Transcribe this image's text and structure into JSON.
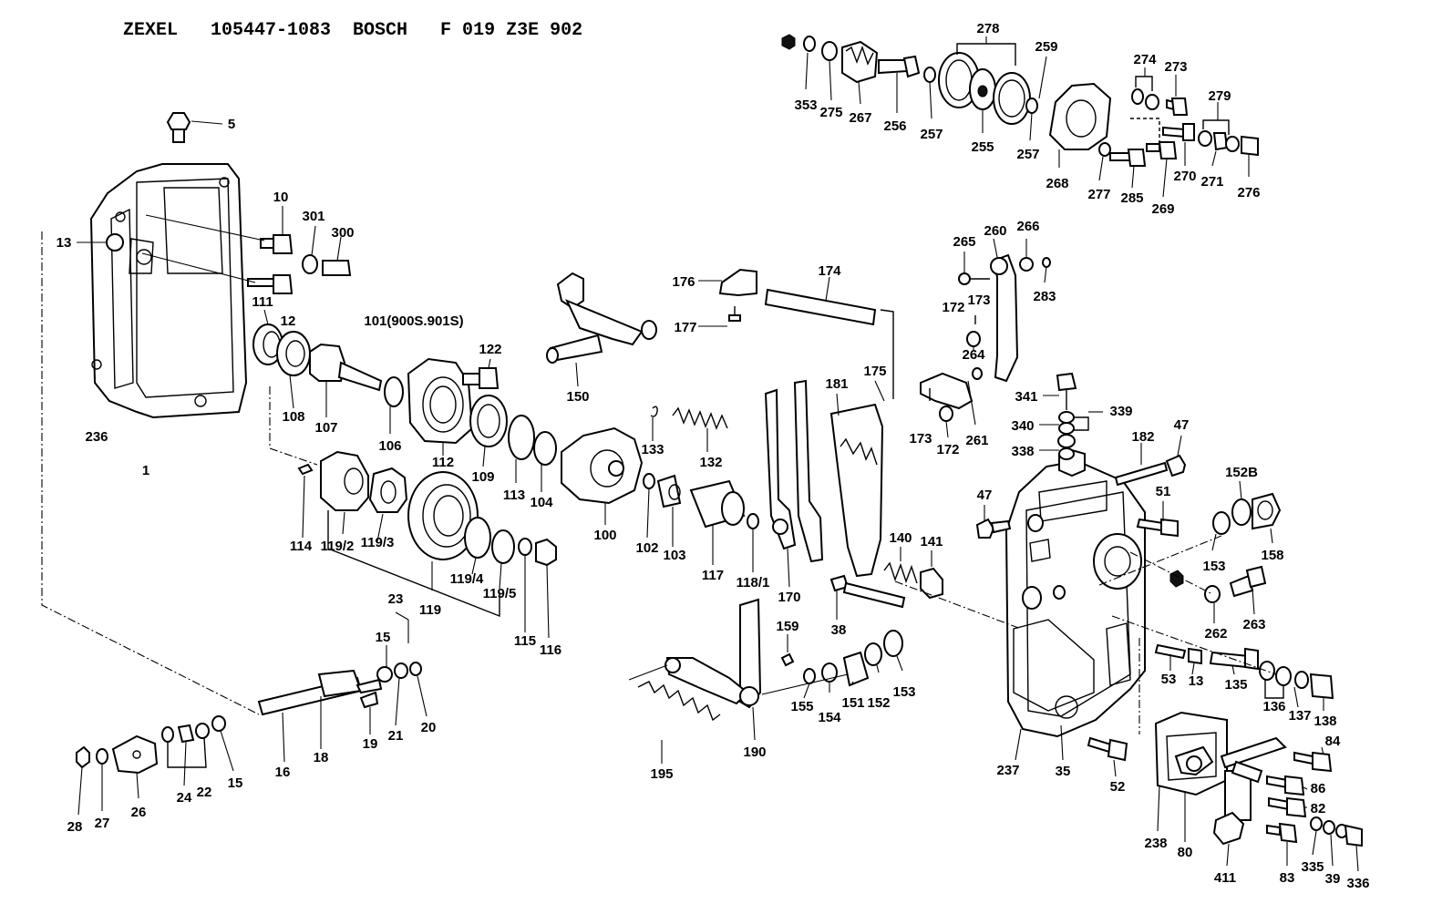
{
  "title": "ZEXEL   105447-1083  BOSCH   F 019 Z3E 902",
  "callouts": [
    "1",
    "5",
    "10",
    "12",
    "13",
    "13",
    "15",
    "15",
    "16",
    "18",
    "19",
    "20",
    "21",
    "22",
    "23",
    "24",
    "26",
    "27",
    "28",
    "35",
    "38",
    "39",
    "47",
    "47",
    "51",
    "52",
    "53",
    "80",
    "82",
    "83",
    "84",
    "86",
    "100",
    "101(900S.901S)",
    "102",
    "103",
    "104",
    "106",
    "107",
    "108",
    "109",
    "111",
    "112",
    "113",
    "114",
    "115",
    "116",
    "117",
    "118/1",
    "119",
    "119/2",
    "119/3",
    "119/4",
    "119/5",
    "122",
    "132",
    "133",
    "135",
    "136",
    "137",
    "138",
    "140",
    "141",
    "150",
    "151",
    "152",
    "152B",
    "153",
    "153",
    "154",
    "155",
    "158",
    "159",
    "170",
    "172",
    "172",
    "173",
    "173",
    "174",
    "175",
    "176",
    "177",
    "181",
    "182",
    "190",
    "195",
    "236",
    "237",
    "238",
    "255",
    "256",
    "257",
    "257",
    "259",
    "260",
    "261",
    "262",
    "263",
    "264",
    "265",
    "266",
    "267",
    "268",
    "269",
    "270",
    "271",
    "273",
    "274",
    "275",
    "276",
    "277",
    "278",
    "279",
    "283",
    "285",
    "300",
    "301",
    "335",
    "336",
    "338",
    "339",
    "340",
    "341",
    "353",
    "411"
  ]
}
